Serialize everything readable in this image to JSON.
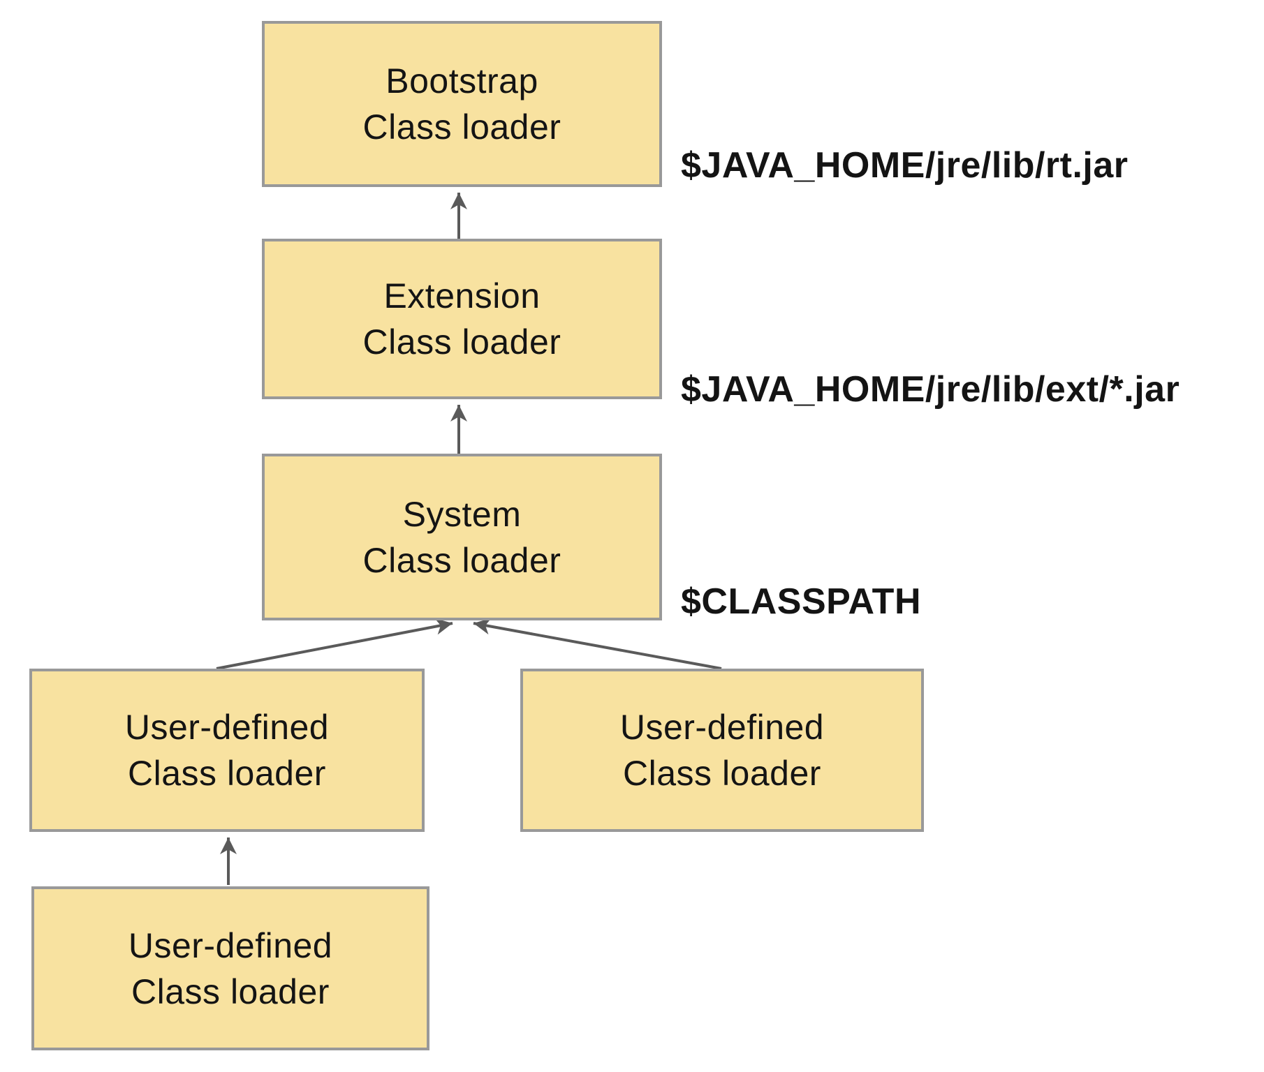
{
  "diagram": {
    "nodes": {
      "bootstrap": {
        "line1": "Bootstrap",
        "line2": "Class loader"
      },
      "extension": {
        "line1": "Extension",
        "line2": "Class loader"
      },
      "system": {
        "line1": "System",
        "line2": "Class loader"
      },
      "user_left": {
        "line1": "User-defined",
        "line2": "Class loader"
      },
      "user_right": {
        "line1": "User-defined",
        "line2": "Class loader"
      },
      "user_bottom": {
        "line1": "User-defined",
        "line2": "Class loader"
      }
    },
    "annotations": {
      "bootstrap_path": "$JAVA_HOME/jre/lib/rt.jar",
      "extension_path": "$JAVA_HOME/jre/lib/ext/*.jar",
      "system_path": "$CLASSPATH"
    },
    "colors": {
      "node_fill": "#F8E2A0",
      "node_border": "#999999",
      "connector": "#5A5A5A",
      "text": "#141414",
      "background": "#FFFFFF"
    }
  }
}
